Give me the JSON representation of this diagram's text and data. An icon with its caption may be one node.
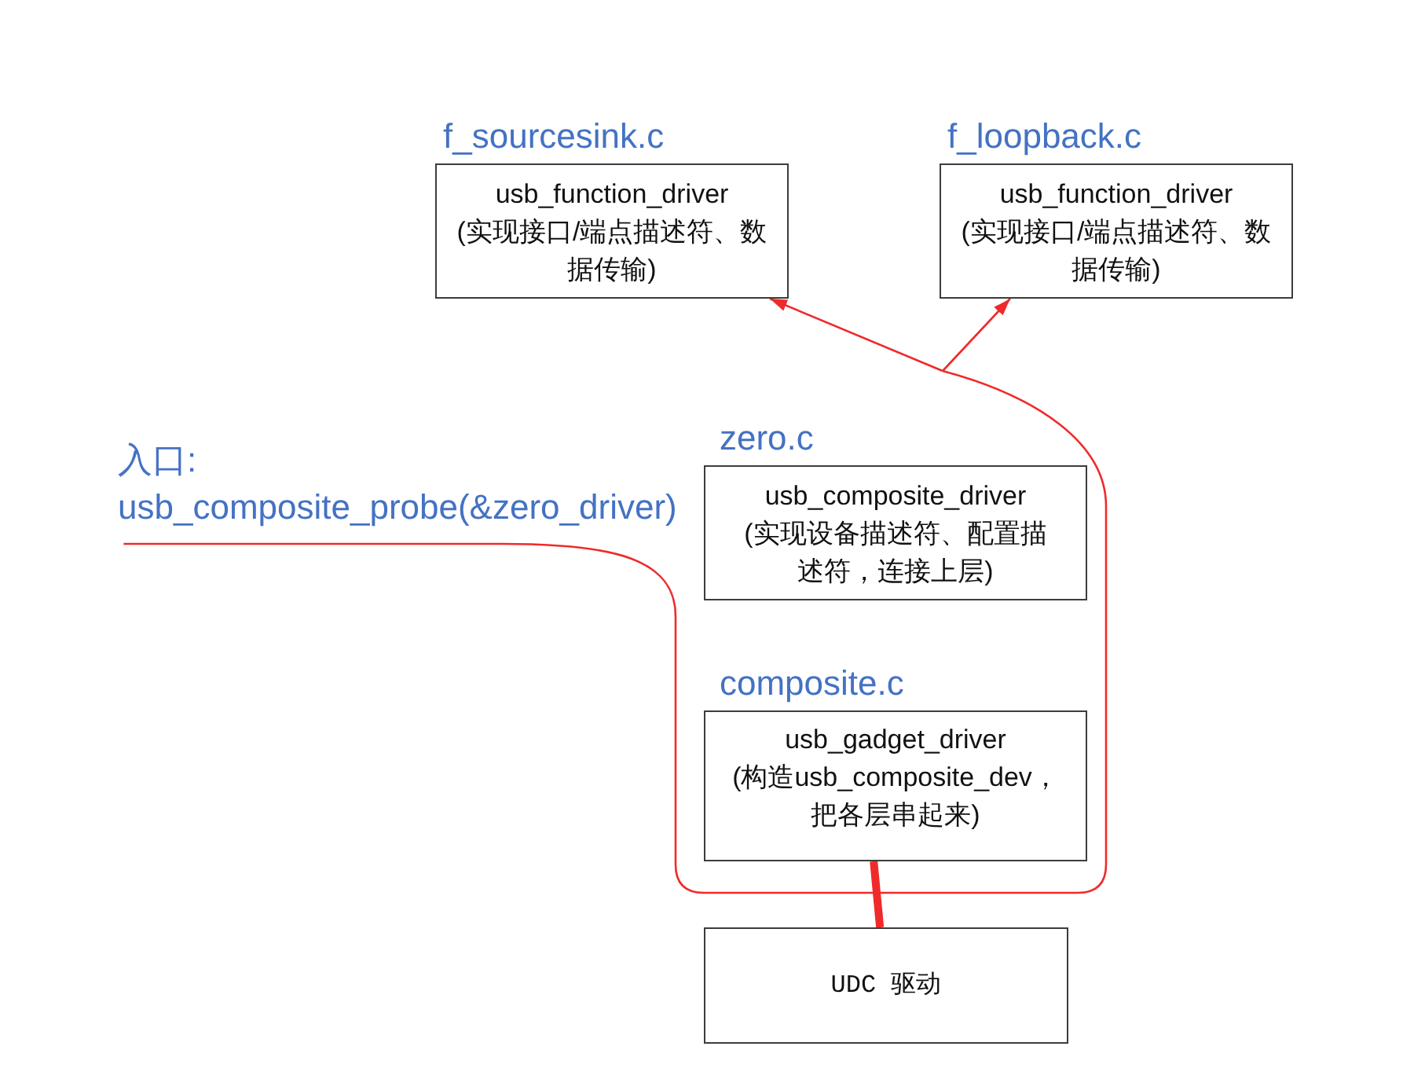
{
  "diagram": {
    "nodes": [
      {
        "text": [
          "f_sourcesink.c",
          "usb_function_driver",
          "(实现接口/端点描述符、数据传输)"
        ]
      },
      {
        "text": [
          "f_loopback.c",
          "usb_function_driver",
          "(实现接口/端点描述符、数据传输)"
        ]
      },
      {
        "text": [
          "入口:",
          "usb_composite_probe(&zero_driver)"
        ]
      },
      {
        "text": [
          "zero.c",
          "usb_composite_driver",
          "(实现设备描述符、配置描述符，连接上层)"
        ]
      },
      {
        "text": [
          "composite.c",
          "usb_gadget_driver",
          "(构造usb_composite_dev，把各层串起来)"
        ]
      },
      {
        "text": [
          "UDC 驱动"
        ]
      }
    ],
    "edges": [
      {
        "from": 2,
        "to": 0,
        "arrow": "to"
      },
      {
        "from": 2,
        "to": 1,
        "arrow": "to"
      },
      {
        "from": 4,
        "to": 5,
        "arrow": "none",
        "style": "thick"
      }
    ]
  }
}
